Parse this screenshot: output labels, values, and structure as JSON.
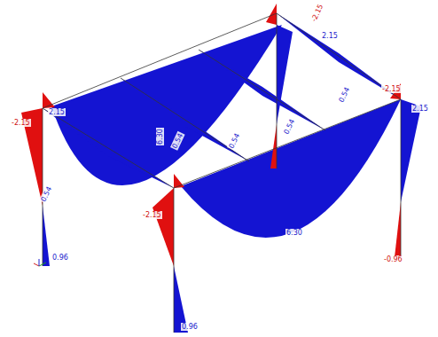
{
  "diagram": {
    "labels": [
      "-2.15",
      "2.15",
      "-2.15",
      "2.15",
      "2.15",
      "-2.15",
      "0.54",
      "6.30",
      "0.54",
      "0.54",
      "0.54",
      "0.54",
      "-2.15",
      "6.30",
      "0.96",
      "-0.96",
      "0.96"
    ]
  }
}
